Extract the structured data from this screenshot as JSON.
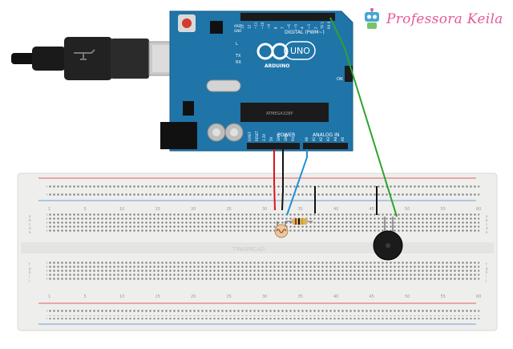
{
  "watermark": {
    "text": "Professora Keila"
  },
  "board": {
    "brand": "ARDUINO",
    "model": "UNO",
    "digital_label": "DIGITAL (PWM~)",
    "power_label": "POWER",
    "analog_label": "ANALOG IN",
    "aref": "AREF",
    "gnd": "GND",
    "tx": "TX",
    "rx": "RX",
    "l_led": "L",
    "on_label": "ON",
    "chip_text": "ATMEGA328P",
    "digital_pins": [
      "13",
      "12",
      "~11",
      "~10",
      "~9",
      "8",
      "7",
      "~6",
      "~5",
      "4",
      "~3",
      "2",
      "TX 1",
      "RX 0"
    ],
    "power_pins": [
      "IOREF",
      "RESET",
      "3.3V",
      "5V",
      "GND",
      "GND",
      "Vin"
    ],
    "analog_pins": [
      "A0",
      "A1",
      "A2",
      "A3",
      "A4",
      "A5"
    ]
  },
  "breadboard": {
    "column_labels": [
      "1",
      "5",
      "10",
      "15",
      "20",
      "25",
      "30",
      "35",
      "40",
      "45",
      "50",
      "55",
      "60"
    ],
    "row_labels_top": [
      "a",
      "b",
      "c",
      "d",
      "e"
    ],
    "row_labels_bottom": [
      "f",
      "g",
      "h",
      "i",
      "j"
    ],
    "center_text": "TINKERCAD"
  },
  "colors": {
    "board": "#1f74a8",
    "breadboard": "#eeeeec",
    "wire_red": "#d9141a",
    "wire_blue": "#1f8fd6",
    "wire_black": "#111111",
    "wire_green": "#2ea32e",
    "watermark": "#e45a9a"
  }
}
